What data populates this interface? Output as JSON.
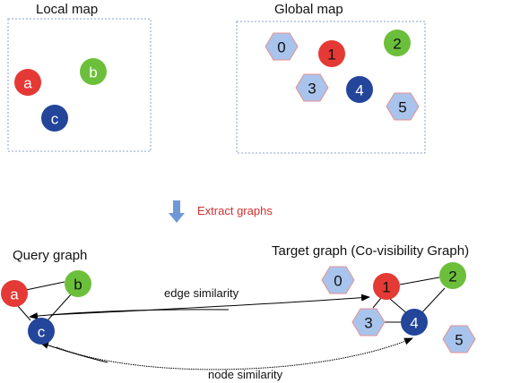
{
  "panels": {
    "local_title": "Local map",
    "global_title": "Global map"
  },
  "arrow_label": "Extract graphs",
  "query_title": "Query graph",
  "target_title": "Target graph (Co-visibility Graph)",
  "edge_label": "edge similarity",
  "node_label": "node similarity",
  "colors": {
    "red": "#e53935",
    "green": "#6cbf3a",
    "blue": "#23459a",
    "hex_fill": "#a9c4ec",
    "hex_stroke": "#e39090",
    "panel_border": "#8aa1c4",
    "extract_text": "#d32f2f",
    "arrow_fill": "#6f98d6"
  },
  "local_nodes": {
    "a": "a",
    "b": "b",
    "c": "c"
  },
  "global_nodes": {
    "n0": "0",
    "n1": "1",
    "n2": "2",
    "n3": "3",
    "n4": "4",
    "n5": "5"
  },
  "query_nodes": {
    "a": "a",
    "b": "b",
    "c": "c"
  },
  "target_nodes": {
    "n0": "0",
    "n1": "1",
    "n2": "2",
    "n3": "3",
    "n4": "4",
    "n5": "5"
  }
}
